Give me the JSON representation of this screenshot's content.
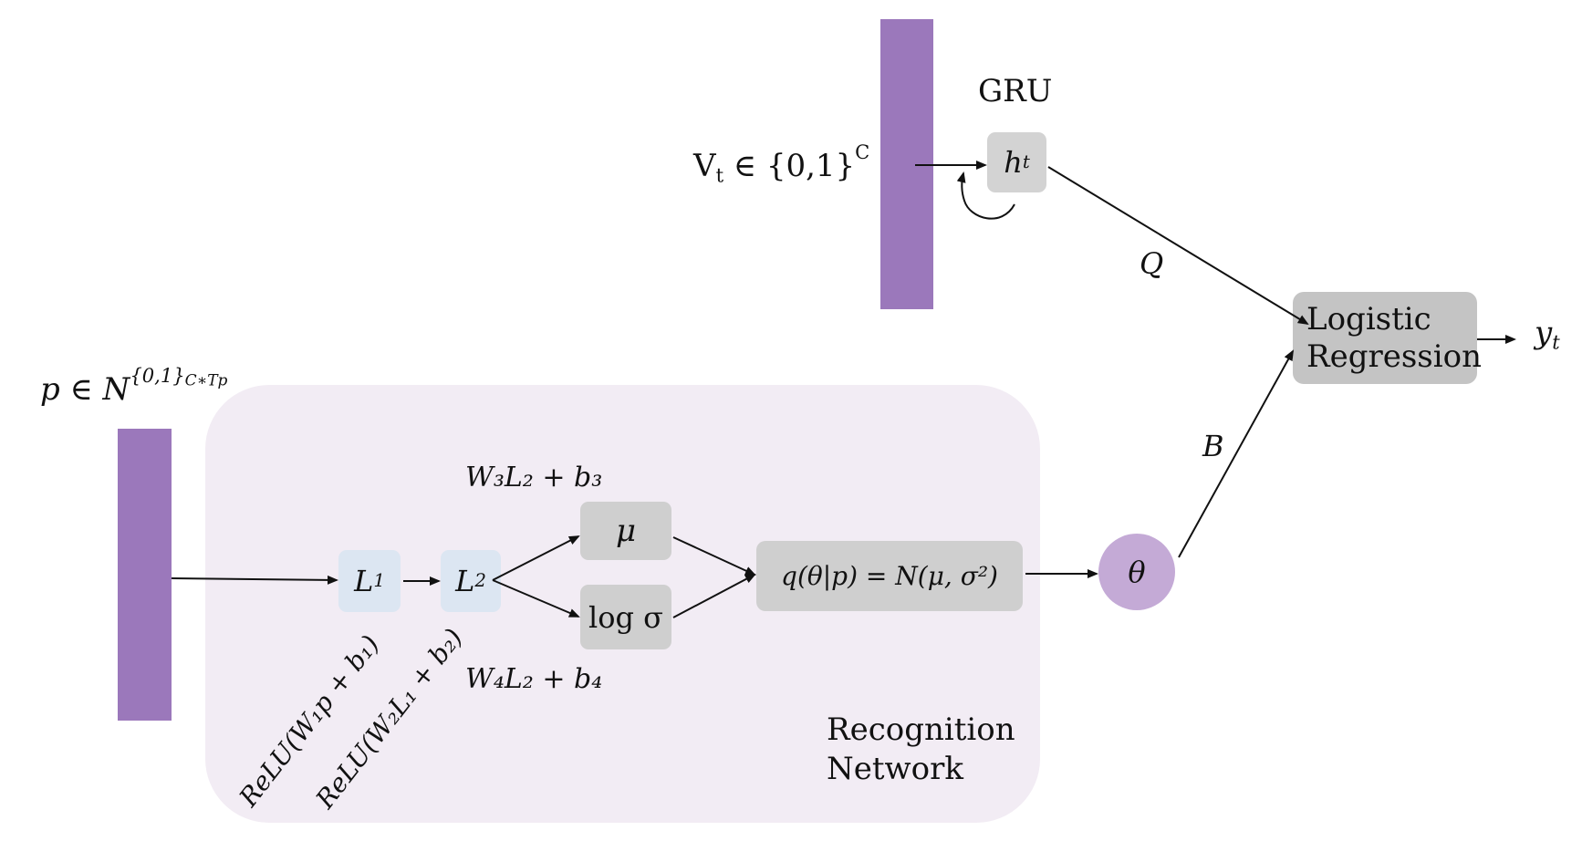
{
  "colors": {
    "bar": "#9b78bb",
    "panel": "#f2ecf4",
    "box_grey": "#cfcfcf",
    "box_dark": "#c4c4c4",
    "layer_box": "#dce6f2",
    "theta_circle": "#c4aad6",
    "arrow": "#111111"
  },
  "gru": {
    "title": "GRU",
    "input_label": "V",
    "input_sub": "t",
    "input_set": " ∈ {0,1}",
    "input_sup": "C",
    "hidden_state": "h",
    "hidden_sub": "t"
  },
  "input": {
    "label": "p ∈ N",
    "label_sup": "{0,1}",
    "label_sup2": "C∗Tp"
  },
  "recognition": {
    "title_line1": "Recognition",
    "title_line2": "Network",
    "layer1": "L",
    "layer1_sub": "1",
    "layer2": "L",
    "layer2_sub": "2",
    "layer1_formula": "ReLU(W₁p + b₁)",
    "layer2_formula": "ReLU(W₂L₁ + b₂)",
    "mu": "μ",
    "log_sigma": "log σ",
    "mu_formula": "W₃L₂ + b₃",
    "sigma_formula": "W₄L₂ + b₄",
    "posterior": "q(θ|p) = N(μ, σ²)"
  },
  "theta": "θ",
  "edge_q": "Q",
  "edge_b": "B",
  "logistic_line1": "Logistic",
  "logistic_line2": "Regression",
  "output": "y",
  "output_sub": "t"
}
